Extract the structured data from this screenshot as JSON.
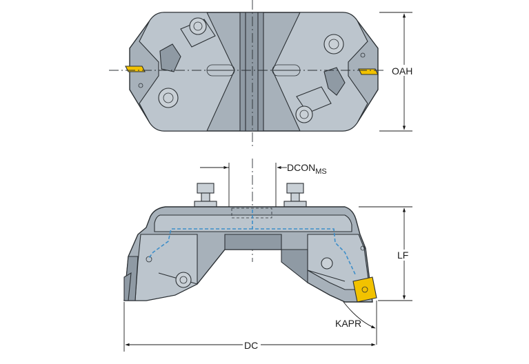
{
  "diagram": {
    "labels": {
      "oah": "OAH",
      "dcon": "DCON",
      "dcon_sub": "MS",
      "lf": "LF",
      "kapr": "KAPR",
      "dc": "DC"
    },
    "colors": {
      "body": "#a7b1ba",
      "insert": "#f2c200",
      "coolant": "#3d8ec9",
      "outline": "#2a2f33"
    }
  }
}
